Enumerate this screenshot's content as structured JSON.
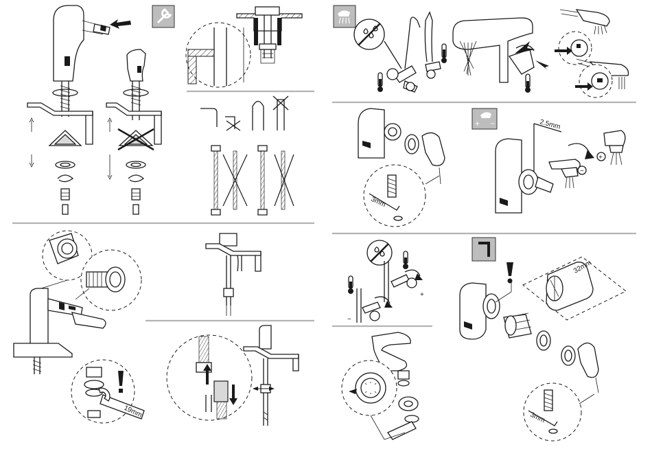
{
  "labels": {
    "hex_key_top": "2.5mm",
    "allen_key_1": "3mm",
    "allen_key_2": "3mm",
    "spanner": "19mm",
    "cartridge_nut": "32mm",
    "plus_sign": "+",
    "minus_sign": "−",
    "cold_tap_minus": "−",
    "hot_tap_plus": "+"
  },
  "icons": {
    "wrench": "wrench-icon",
    "shower_head": "spray-adjust-icon",
    "hex_key": "hex-key-icon",
    "no_water": "no-water-icon",
    "warning": "exclamation-icon",
    "thermometer": "thermometer-icon"
  },
  "colors": {
    "panel_grey": "#bdbdbd",
    "separator": "#b3b3b3",
    "ink": "#1a1a1a"
  }
}
